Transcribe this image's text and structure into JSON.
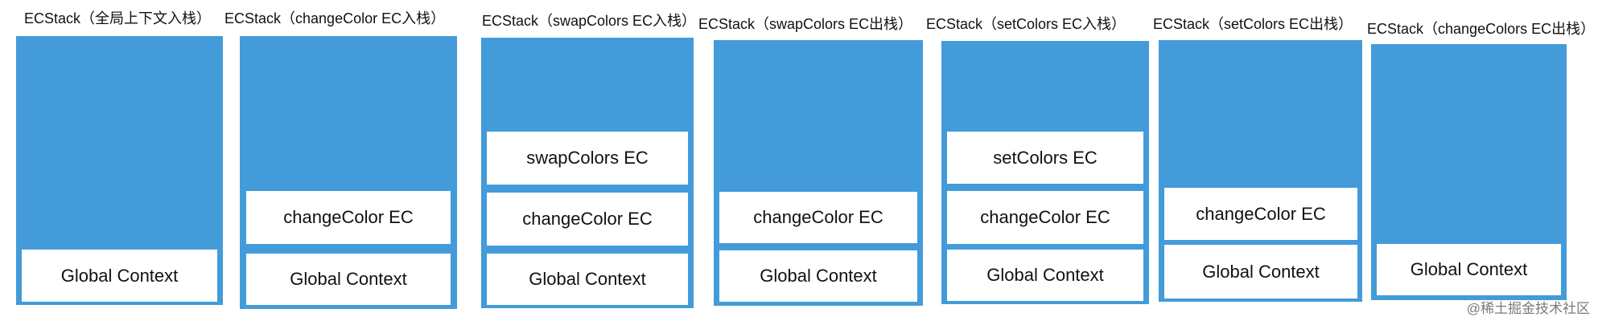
{
  "diagram": {
    "stacks": [
      {
        "title": "ECStack（全局上下文入栈）",
        "frames": [
          "Global Context"
        ]
      },
      {
        "title": "ECStack（changeColor EC入栈）",
        "frames": [
          "changeColor EC",
          "Global Context"
        ]
      },
      {
        "title": "ECStack（swapColors EC入栈）",
        "frames": [
          "swapColors EC",
          "changeColor EC",
          "Global Context"
        ]
      },
      {
        "title": "ECStack（swapColors EC出栈）",
        "frames": [
          "changeColor EC",
          "Global Context"
        ]
      },
      {
        "title": "ECStack（setColors EC入栈）",
        "frames": [
          "setColors EC",
          "changeColor EC",
          "Global Context"
        ]
      },
      {
        "title": "ECStack（setColors EC出栈）",
        "frames": [
          "changeColor EC",
          "Global Context"
        ]
      },
      {
        "title": "ECStack（changeColors EC出栈）",
        "frames": [
          "Global Context"
        ]
      }
    ],
    "watermark": "@稀土掘金技术社区",
    "colors": {
      "stack": "#439bd9",
      "frame": "#ffffff",
      "text": "#111111"
    }
  }
}
